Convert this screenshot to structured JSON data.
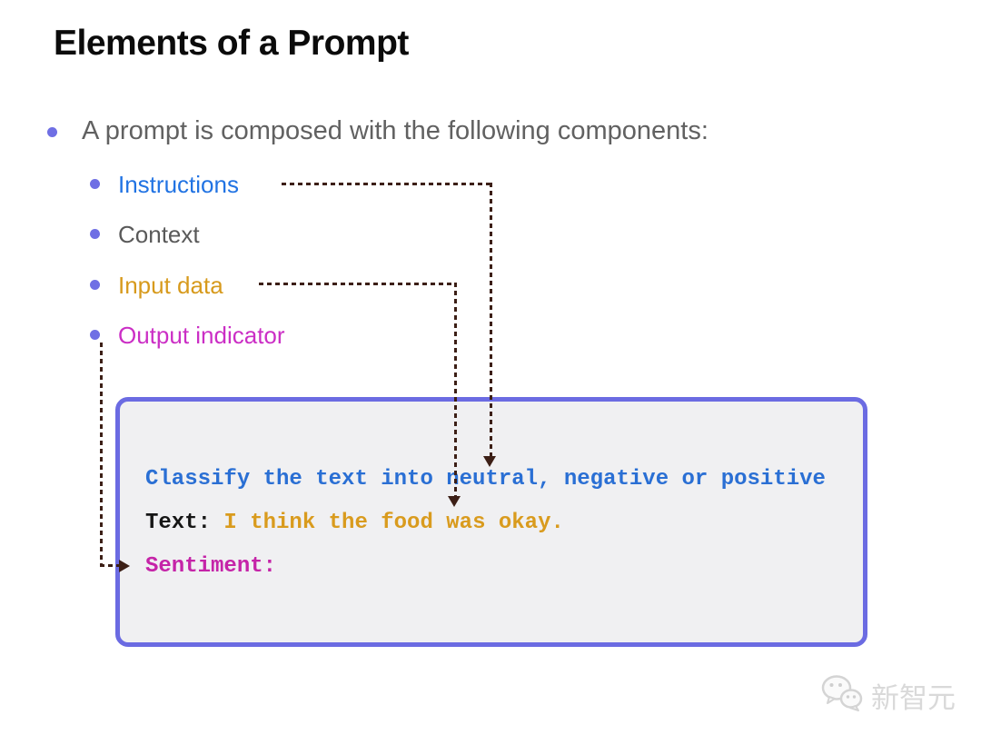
{
  "slide": {
    "title": "Elements of a Prompt",
    "intro": "A prompt is composed with the following components:"
  },
  "components": [
    {
      "label": "Instructions",
      "color": "#2173e3"
    },
    {
      "label": "Context",
      "color": "#595959"
    },
    {
      "label": "Input data",
      "color": "#d79a1c"
    },
    {
      "label": "Output indicator",
      "color": "#cb2ec5"
    }
  ],
  "prompt_box": {
    "instruction_line": "Classify the text into neutral, negative or positive",
    "input_label": "Text:",
    "input_value": " I think the food was okay.",
    "output_line": "Sentiment:"
  },
  "colors": {
    "bullet": "#6f6fe4",
    "intro_text": "#616161",
    "code_instruction": "#2a6fd4",
    "code_input": "#d99b1e",
    "code_output": "#c524a8",
    "box_border": "#6b6be2",
    "box_background": "#f0f0f2",
    "connector": "#3c1f16",
    "watermark": "#d9d9d9"
  },
  "watermark": {
    "label": "新智元"
  }
}
